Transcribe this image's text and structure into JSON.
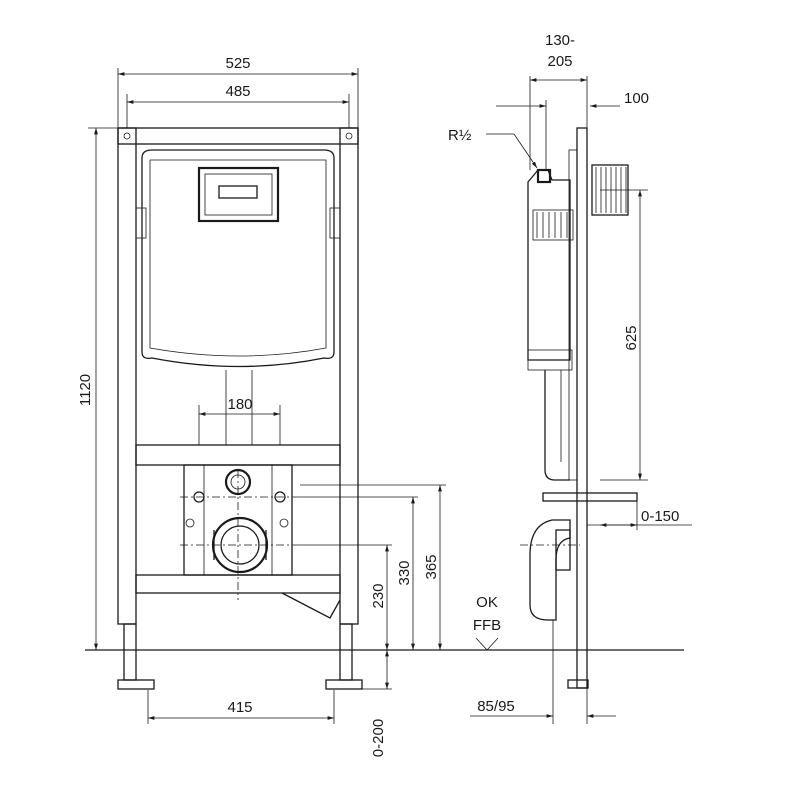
{
  "drawing": {
    "front_view": {
      "width_outer": "525",
      "width_inner": "485",
      "height_total": "1120",
      "drain_spacing": "180",
      "leg_spacing": "415",
      "axis_height_1": "365",
      "axis_height_2": "330",
      "axis_height_3": "230",
      "foot_adjust": "0-200"
    },
    "side_view": {
      "depth_range_top": "130-",
      "depth_range_bottom": "205",
      "offset_right": "100",
      "supply_thread": "R½",
      "height_625": "625",
      "adjust_range": "0-150",
      "floor_label_top": "OK",
      "floor_label_bottom": "FFB",
      "base_depth": "85/95"
    }
  }
}
